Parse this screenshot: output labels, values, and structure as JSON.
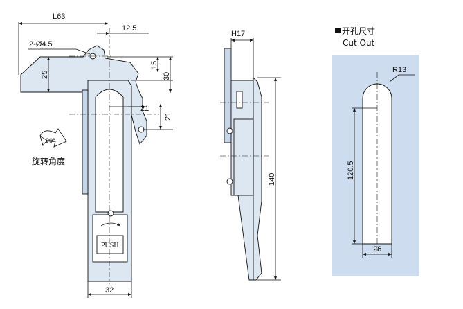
{
  "front_view": {
    "dims": {
      "overall_width": "L63",
      "offset_top": "12.5",
      "hole": "2-Ø4.5",
      "arm_height": "25",
      "d15": "15",
      "d30": "30",
      "d21_horizontal": "21",
      "d21_vertical": "21",
      "bottom_width": "32"
    },
    "push_label": "PUSH",
    "rotation_angle": "90°",
    "rotation_caption": "旋转角度"
  },
  "side_view": {
    "dims": {
      "depth": "H17",
      "height": "140"
    }
  },
  "cutout": {
    "title_cn": "开孔尺寸",
    "title_en": "Cut Out",
    "dims": {
      "radius": "R13",
      "height": "120.5",
      "width": "26"
    },
    "colors": {
      "panel": "#cddcee",
      "opening": "#ffffff"
    }
  }
}
